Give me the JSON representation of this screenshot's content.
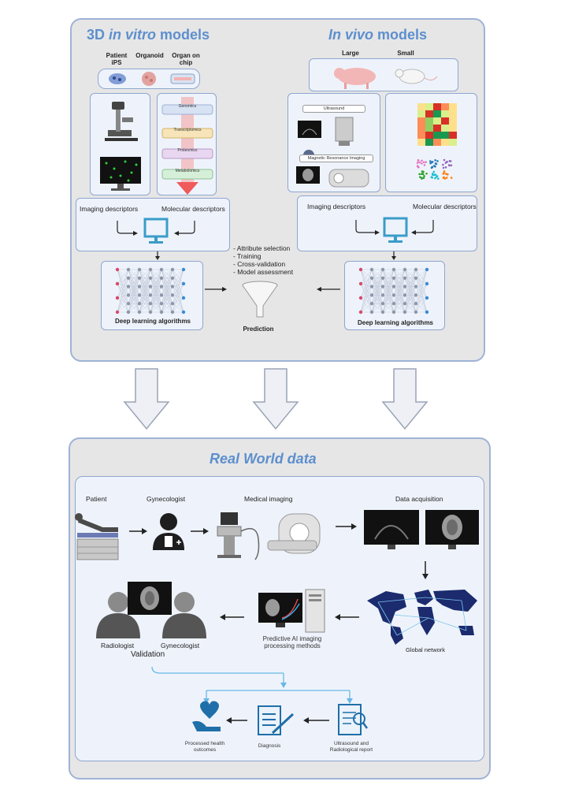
{
  "top": {
    "left_title_a": "3D ",
    "left_title_b": "in vitro",
    "left_title_c": " models",
    "right_title_a": "In vivo",
    "right_title_b": " models",
    "vitro_items": [
      "Patient iPS",
      "Organoid",
      "Organ on chip"
    ],
    "vivo_items": [
      "Large",
      "Small"
    ],
    "omics": [
      "Genomics",
      "Transcriptomics",
      "Proteomics",
      "Metabolomics"
    ],
    "imaging_modalities": [
      "Ultrasound",
      "Magnetic Resonance Imaging"
    ],
    "left_imaging_desc": "Imaging descriptors",
    "left_molecular_desc": "Molecular descriptors",
    "right_imaging_desc": "Imaging descriptors",
    "right_molecular_desc": "Molecular descriptors",
    "dl_left": "Deep learning algorithms",
    "dl_right": "Deep learning algorithms",
    "steps": [
      "- Attribute selection",
      "- Training",
      "- Cross-validation",
      "- Model assessment"
    ],
    "prediction": "Prediction"
  },
  "bottom": {
    "title": "Real World data",
    "patient": "Patient",
    "gynecologist": "Gynecologist",
    "medical_imaging": "Medical imaging",
    "data_acquisition": "Data acquisition",
    "global_network": "Global network",
    "predictive_ai": "Predictive AI imaging processing methods",
    "radiologist": "Radiologist",
    "gynecologist2": "Gynecologist",
    "validation": "Validation",
    "processed_health": "Processed health outcomes",
    "diagnosis": "Diagnosis",
    "ultrasound_report": "Ultrasound and Radiological report"
  },
  "colors": {
    "accent": "#5d8fce",
    "panel_bg": "#e6e6e6",
    "box_bg": "#eef3fb",
    "box_border": "#8fa6cf",
    "monitor": "#3a9cc9",
    "arrow_fill": "#eef0f5"
  }
}
